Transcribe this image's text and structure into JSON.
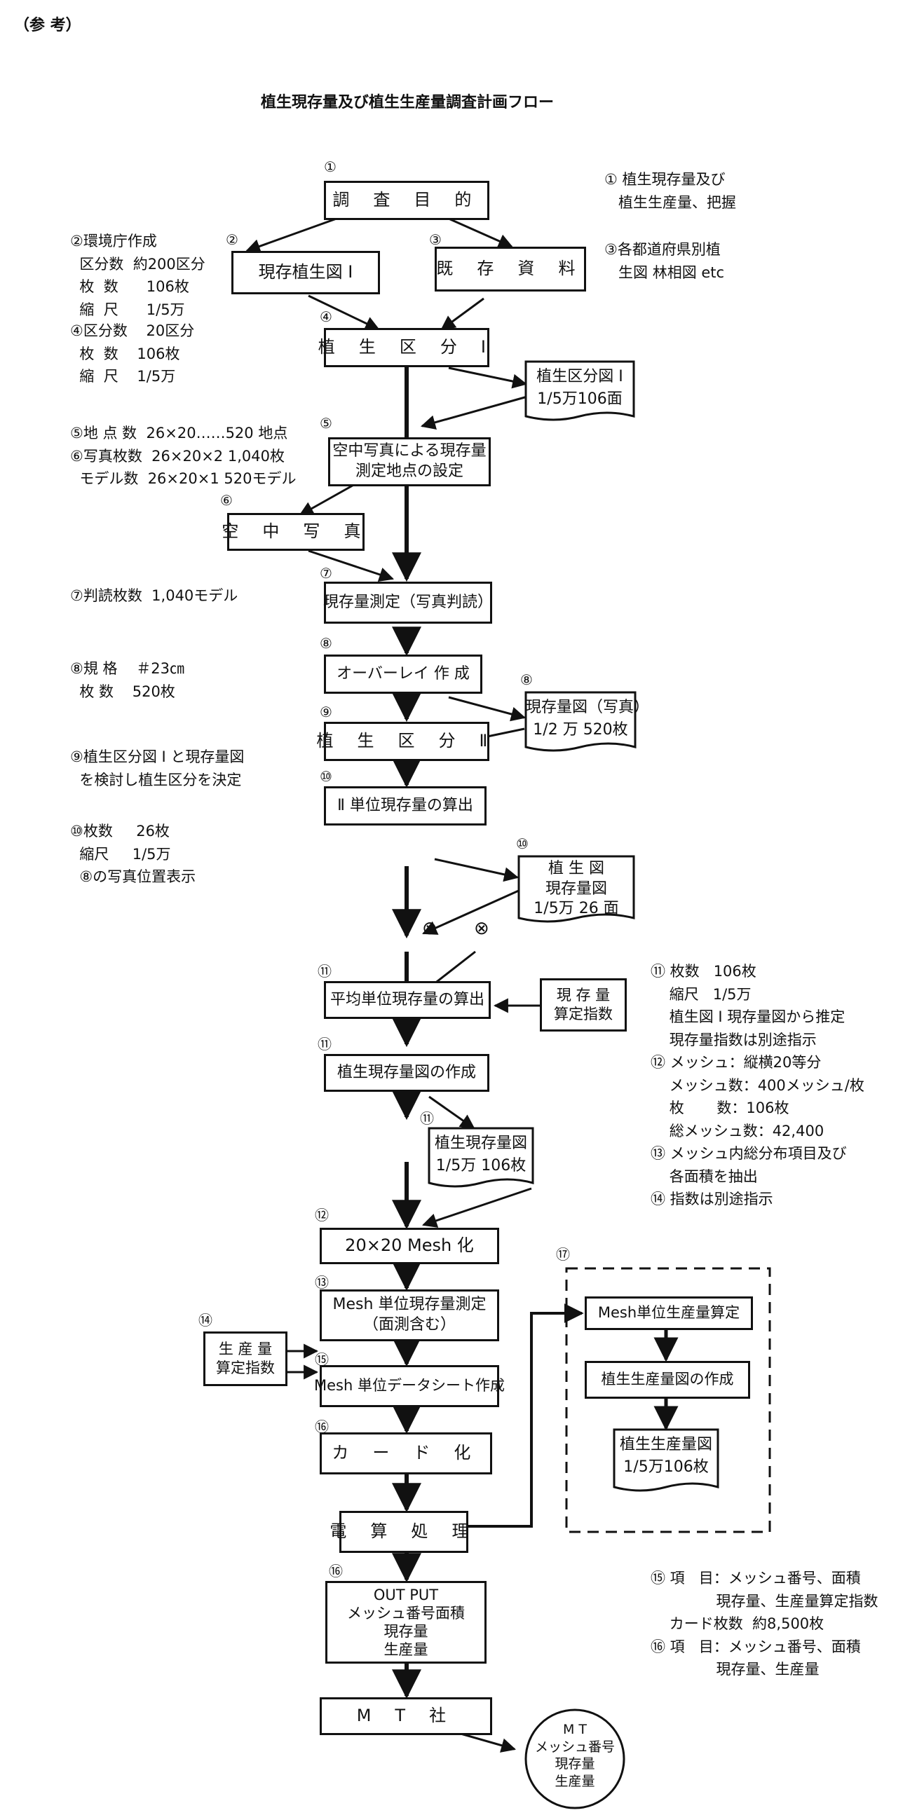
{
  "header": {
    "label": "（参 考）",
    "title": "植生現存量及び植生生産量調査計画フロー"
  },
  "steps": {
    "s1": "調 査 目 的",
    "s2a": "現存植生図 I",
    "s2b": "既 存 資 料",
    "s4": "植 生 区 分 I",
    "s4doc": "植生区分図 I\n1/5万106面",
    "s5": "空中写真による現存量\n測定地点の設定",
    "s6": "空 中 写 真",
    "s7": "現存量測定（写真判読）",
    "s8": "オーバーレイ 作 成",
    "s8doc": "現存量図（写真）\n1/2 万 520枚",
    "s9": "植 生 区 分 Ⅱ",
    "s10": "Ⅱ 単位現存量の算出",
    "s10doc": "植 生 図\n現存量図\n1/5万 26 面",
    "s11": "平均単位現存量の算出",
    "s11side": "現 存 量\n算定指数",
    "s11b": "植生現存量図の作成",
    "s11doc": "植生現存量図\n1/5万 106枚",
    "s12": "20×20 Mesh 化",
    "s13": "Mesh 単位現存量測定\n（面測含む）",
    "s14side": "生 産 量\n算定指数",
    "s15": "Mesh 単位データシート作成",
    "s16": "カ ー ド 化",
    "calc": "電 算 処 理",
    "out": "OUT PUT\nメッシュ番号面積\n現存量\n生産量",
    "mt": "M T 社",
    "mtcircle": "M T\nメッシュ番号\n現存量\n生産量",
    "r17a": "Mesh単位生産量算定",
    "r17b": "植生生産量図の作成",
    "r17doc": "植生生産量図\n1/5万106枚",
    "mark": "⊗"
  },
  "markers": [
    "①",
    "②",
    "③",
    "④",
    "⑤",
    "⑥",
    "⑦",
    "⑧",
    "⑨",
    "⑩",
    "⑪",
    "⑫",
    "⑬",
    "⑭",
    "⑮",
    "⑯",
    "⑰"
  ],
  "notes": {
    "n1": "① 植生現存量及び\n   植生生産量、把握",
    "n3": "③各都道府県別植\n   生図 林相図 etc",
    "n2": "②環境庁作成\n  区分数  約200区分\n  枚  数      106枚\n  縮  尺      1/5万",
    "n4": "④区分数    20区分\n  枚  数    106枚\n  縮  尺    1/5万",
    "n5": "⑤地 点 数  26×20……520 地点\n⑥写真枚数  26×20×2 1,040枚\n  モデル数  26×20×1 520モデル",
    "n7": "⑦判読枚数  1,040モデル",
    "n8": "⑧規 格    ＃23㎝\n  枚 数    520枚",
    "n9": "⑨植生区分図 I と現存量図\n  を検討し植生区分を決定",
    "n10": "⑩枚数     26枚\n  縮尺     1/5万\n  ⑧の写真位置表示",
    "n11": "⑪ 枚数   106枚\n    縮尺   1/5万\n    植生図 I 現存量図から推定\n    現存量指数は別途指示\n⑫ メッシュ：縦横20等分\n    メッシュ数：400メッシュ/枚\n    枚       数：106枚\n    総メッシュ数：42,400\n⑬ メッシュ内総分布項目及び\n    各面積を抽出\n⑭ 指数は別途指示",
    "n15": "⑮ 項   目：メッシュ番号、面積\n              現存量、生産量算定指数\n    カード枚数  約8,500枚\n⑯ 項   目：メッシュ番号、面積\n              現存量、生産量"
  }
}
